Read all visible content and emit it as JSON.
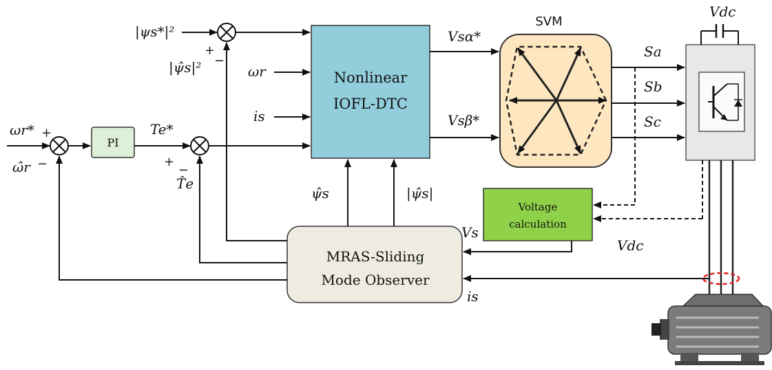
{
  "blocks": {
    "pi": "PI",
    "iofl_line1": "Nonlinear",
    "iofl_line2": "IOFL-DTC",
    "svm": "SVM",
    "voltage_calc_line1": "Voltage",
    "voltage_calc_line2": "calculation",
    "observer_line1": "MRAS-Sliding",
    "observer_line2": "Mode Observer"
  },
  "signals": {
    "psi_ref_sq": "|ψs*|²",
    "psi_est_sq": "|ψ̂s|²",
    "omega_r": "ωr",
    "i_s_in": "is",
    "omega_ref": "ωr*",
    "omega_est": "ω̂r",
    "te_ref": "Te*",
    "te_est": "T̂e",
    "v_alpha": "Vsα*",
    "v_beta": "Vsβ*",
    "psi_est": "ψ̂s",
    "psi_mag": "|ψ̂s|",
    "sa": "Sa",
    "sb": "Sb",
    "sc": "Sc",
    "vdc_top": "Vdc",
    "vdc_side": "Vdc",
    "vs": "Vs",
    "is_out": "is"
  },
  "signs": {
    "plus": "+",
    "minus": "−"
  },
  "colors": {
    "pi_fill": "#dff0d8",
    "iofl_fill": "#92cddc",
    "svm_fill": "#fde6c0",
    "voltage_fill": "#8fd24a",
    "observer_fill": "#eeece1",
    "inverter_fill": "#e8e8e8",
    "sensor_ring": "#e02020"
  },
  "icons": [
    "summing-junction-icon",
    "hexagon-vector-icon",
    "igbt-icon",
    "capacitor-icon",
    "motor-icon"
  ]
}
